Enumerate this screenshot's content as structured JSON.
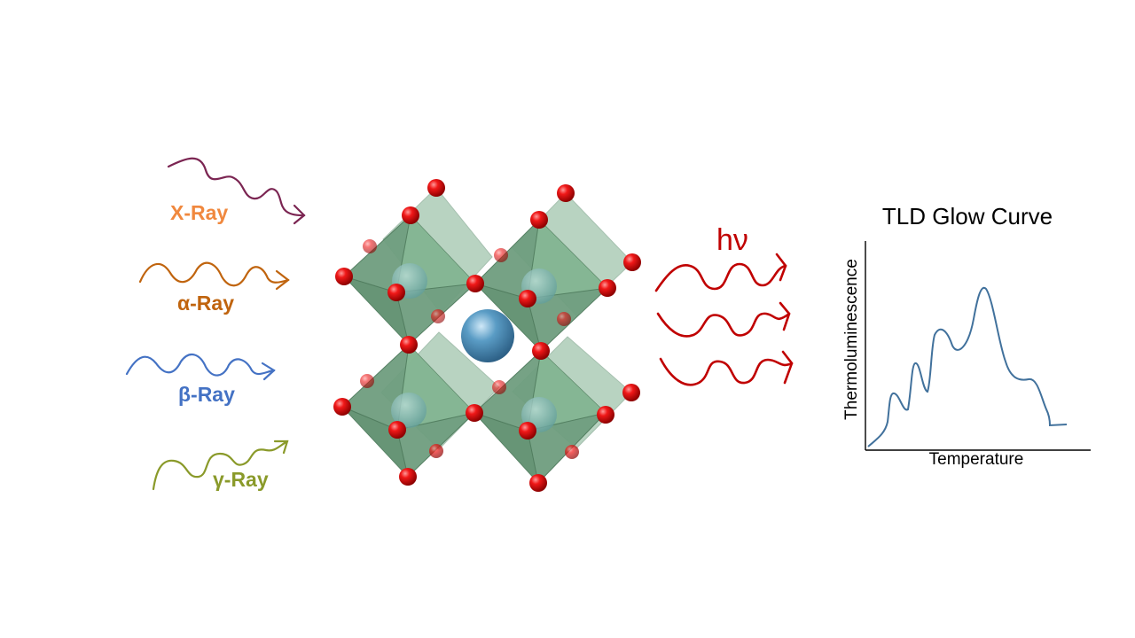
{
  "rays": [
    {
      "label": "X-Ray",
      "label_color": "#f0883e",
      "wave_color": "#7b2552"
    },
    {
      "label": "α-Ray",
      "label_color": "#c0640e",
      "wave_color": "#c0640e"
    },
    {
      "label": "β-Ray",
      "label_color": "#4472c4",
      "wave_color": "#4472c4"
    },
    {
      "label": "γ-Ray",
      "label_color": "#8a9a2a",
      "wave_color": "#8a9a2a"
    }
  ],
  "emission": {
    "label": "hν",
    "color": "#c00000"
  },
  "crystal": {
    "polyhedra_color": "#7fb08f",
    "oxygen_color": "#e01010",
    "a_site_color": "#5a9cc5"
  },
  "glow_curve": {
    "title": "TLD Glow Curve",
    "xlabel": "Temperature",
    "ylabel": "Thermoluminescence",
    "line_color": "#41719c"
  }
}
